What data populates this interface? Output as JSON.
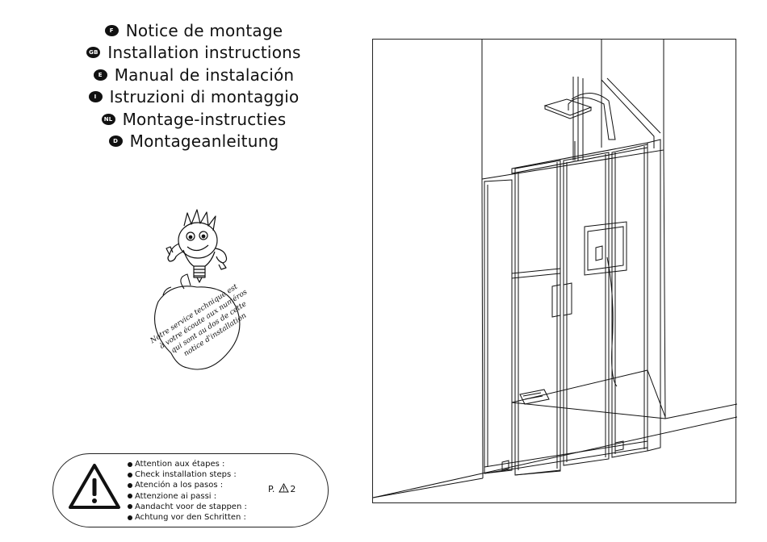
{
  "titles": [
    {
      "badge": "F",
      "text": "Notice de montage"
    },
    {
      "badge": "GB",
      "text": "Installation instructions"
    },
    {
      "badge": "E",
      "text": "Manual de instalación"
    },
    {
      "badge": "I",
      "text": "Istruzioni di montaggio"
    },
    {
      "badge": "NL",
      "text": "Montage-instructies"
    },
    {
      "badge": "D",
      "text": "Montageanleitung"
    }
  ],
  "mascot": {
    "icon": "lightbulb-mascot-icon",
    "bubble_lines": [
      "Notre service technique est",
      "à votre écoute aux numéros",
      "qui sont au dos de cette",
      "notice d'installation"
    ]
  },
  "warning": {
    "icon": "warning-triangle-icon",
    "lines": [
      "Attention aux étapes :",
      "Check installation steps :",
      "Atención a los pasos :",
      "Attenzione ai passi :",
      "Aandacht voor de stappen :",
      "Achtung vor den Schritten :"
    ],
    "ref_prefix": "P.",
    "ref_num": "2"
  },
  "drawing": {
    "icon": "shower-enclosure-illustration"
  }
}
